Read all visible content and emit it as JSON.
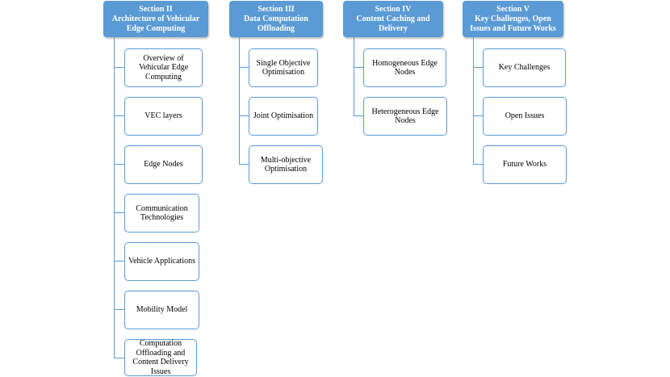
{
  "sections": [
    {
      "label": "Section II",
      "title": "Architecture of Vehicular Edge Computing",
      "items": [
        "Overview of Vehicular Edge Computing",
        "VEC layers",
        "Edge Nodes",
        "Communication Technologies",
        "Vehicle Applications",
        "Mobility Model",
        "Computation Offloading and Content Delivery Issues"
      ]
    },
    {
      "label": "Section III",
      "title": "Data Computation Offloading",
      "items": [
        "Single Objective Optimisation",
        "Joint Optimisation",
        "Multi-objective Optimisation"
      ]
    },
    {
      "label": "Section IV",
      "title": "Content Caching and Delivery",
      "items": [
        "Homogeneous Edge Nodes",
        "Heterogeneous Edge Nodes"
      ]
    },
    {
      "label": "Section V",
      "title": "Key Challenges, Open Issues and Future Works",
      "items": [
        "Key Challenges",
        "Open Issues",
        "Future Works"
      ]
    }
  ]
}
